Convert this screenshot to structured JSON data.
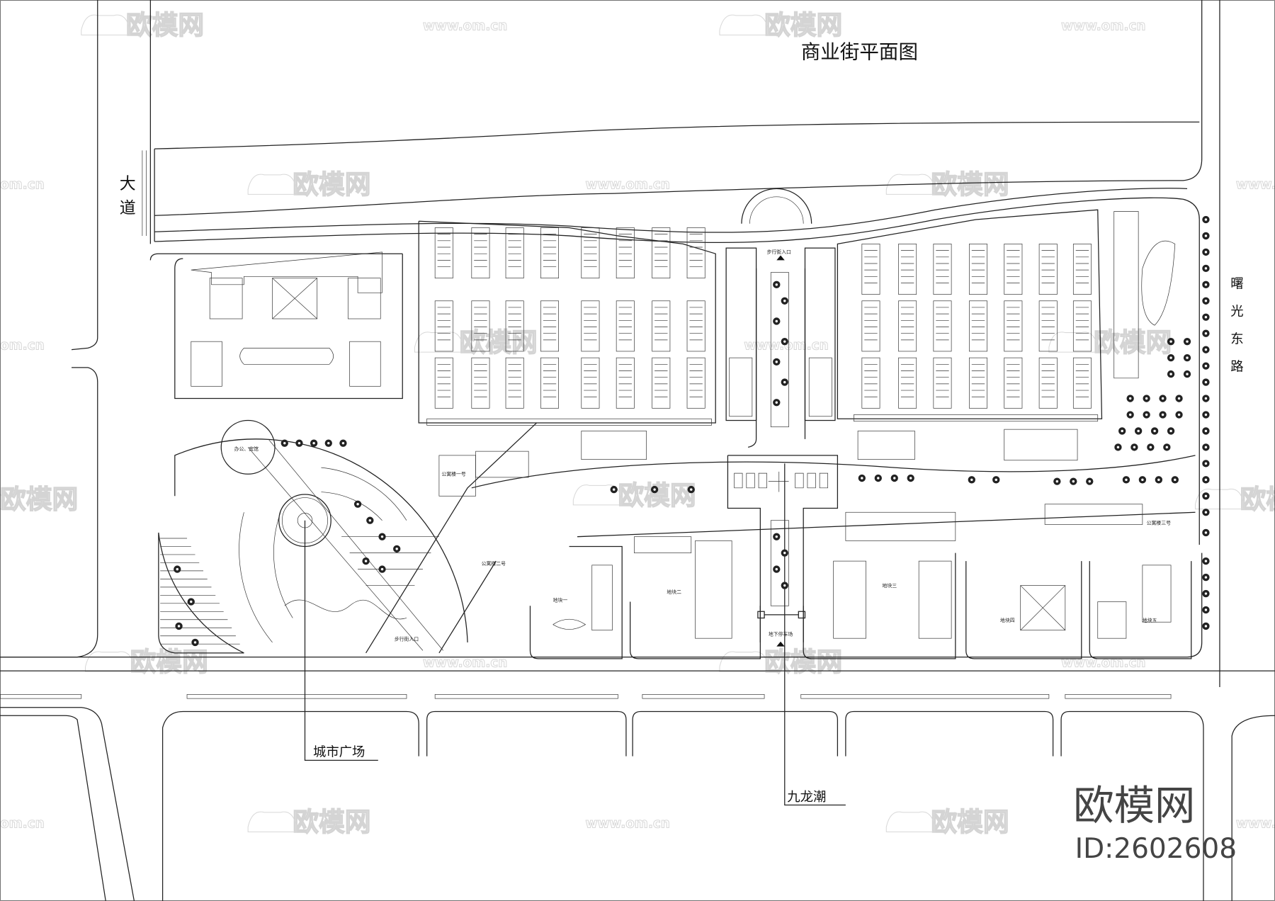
{
  "title": "商业街平面图",
  "roads": {
    "left_road": "大道",
    "right_road": "曙光东路"
  },
  "callouts": {
    "plaza": "城市广场",
    "jiulong": "九龙潮"
  },
  "labels": {
    "office_hotel": "办公、宾馆",
    "underground_parking": "地下停车场",
    "pedestrian_entry_north": "步行街入口",
    "pedestrian_entry_south": "步行街入口",
    "plot_1": "地块一",
    "plot_2": "地块二",
    "plot_3": "地块三",
    "plot_4": "地块四",
    "plot_5": "地块五",
    "apartment_1": "公寓楼一号",
    "apartment_2": "公寓楼二号",
    "apartment_3": "公寓楼三号"
  },
  "watermark": {
    "brand": "欧模网",
    "url": "www.om.cn",
    "url_short": "om.cn"
  },
  "logo": {
    "brand": "欧模网",
    "id": "ID:2602608"
  },
  "colors": {
    "line": "#222222",
    "watermark": "#d4d4d4",
    "brand": "#444444"
  }
}
